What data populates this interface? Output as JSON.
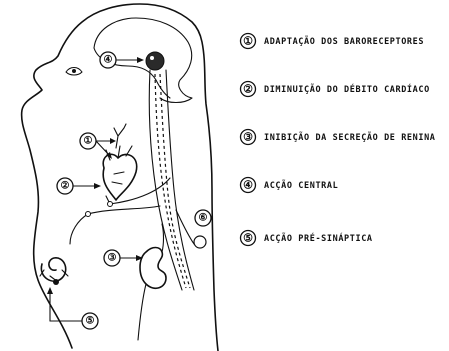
{
  "diagram": {
    "markers": {
      "m1": "①",
      "m2": "②",
      "m3": "③",
      "m4": "④",
      "m5": "⑤",
      "m6": "⑥"
    },
    "legend": [
      {
        "num": "①",
        "text": "ADAPTAÇÃO DOS BARORECEPTORES"
      },
      {
        "num": "②",
        "text": "DIMINUIÇÃO DO DÉBITO CARDÍACO"
      },
      {
        "num": "③",
        "text": "INIBIÇÃO DA SECREÇÃO DE RENINA"
      },
      {
        "num": "④",
        "text": "ACÇÃO CENTRAL"
      },
      {
        "num": "⑤",
        "text": "ACÇÃO PRÉ-SINÁPTICA"
      }
    ],
    "colors": {
      "ink": "#111111",
      "background": "#ffffff"
    }
  }
}
